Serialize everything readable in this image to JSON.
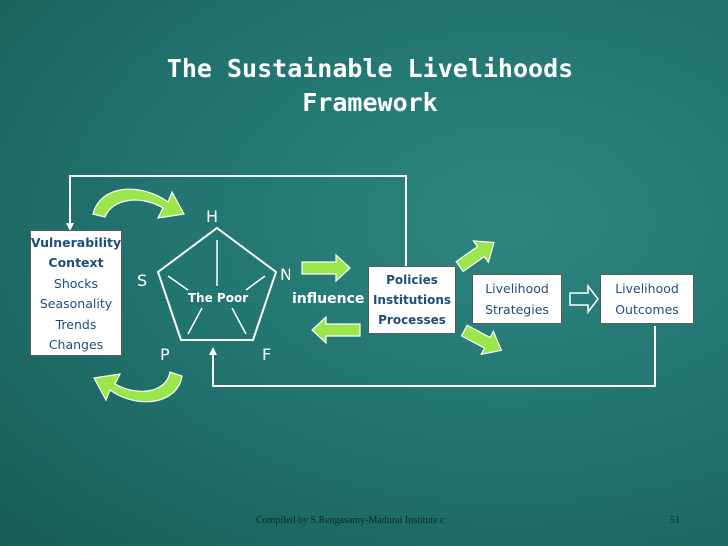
{
  "title": {
    "line1": "The Sustainable Livelihoods",
    "line2": "Framework"
  },
  "vulnerability": {
    "heading1": "Vulnerability",
    "heading2": "Context",
    "items": [
      "Shocks",
      "Seasonality",
      "Trends",
      "Changes"
    ]
  },
  "assets": {
    "center_label": "The Poor",
    "capitals": [
      "H",
      "S",
      "N",
      "P",
      "F"
    ]
  },
  "influence_label": "influence",
  "policies": {
    "lines": [
      "Policies",
      "Institutions",
      "Processes"
    ]
  },
  "strategies": {
    "lines": [
      "Livelihood",
      "Strategies"
    ]
  },
  "outcomes": {
    "lines": [
      "Livelihood",
      "Outcomes"
    ]
  },
  "footer": {
    "credit": "Compiled by S.Rengasamy-Madurai Institute c",
    "page_number": "51"
  },
  "colors": {
    "background": "#1f716d",
    "arrow_green": "#8fe03a",
    "box_text": "#1f4e79",
    "line_white": "#ffffff"
  }
}
